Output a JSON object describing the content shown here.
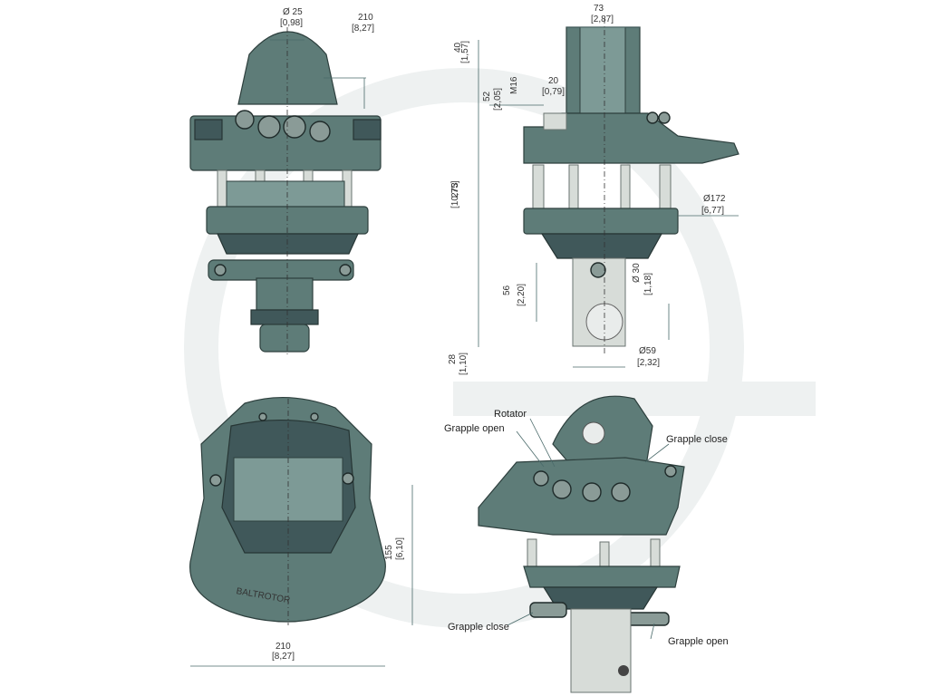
{
  "dimensions": {
    "front_shaft_dia": "Ø 25",
    "front_shaft_dia_in": "[0,98]",
    "front_width": "210",
    "front_width_in": "[8,27]",
    "side_top_width": "73",
    "side_top_width_in": "[2,87]",
    "side_top_height": "40",
    "side_top_height_in": "[1,57]",
    "port_offset": "52",
    "port_offset_in": "[2,05]",
    "thread": "M16",
    "port_depth": "20",
    "port_depth_in": "[0,79]",
    "total_height": "273",
    "total_height_in": "[10,75]",
    "flange_dia": "Ø172",
    "flange_dia_in": "[6,77]",
    "pin_offset": "56",
    "pin_offset_in": "[2,20]",
    "pin_dia": "Ø 30",
    "pin_dia_in": "[1,18]",
    "shaft_dia": "Ø59",
    "shaft_dia_in": "[2,32]",
    "shaft_end": "28",
    "shaft_end_in": "[1,10]",
    "bottom_height": "155",
    "bottom_height_in": "[6,10]",
    "bottom_width": "210",
    "bottom_width_in": "[8,27]"
  },
  "callouts": {
    "rotator": "Rotator",
    "grapple_open_top": "Grapple open",
    "grapple_close_top": "Grapple close",
    "grapple_close_bottom": "Grapple close",
    "grapple_open_bottom": "Grapple open"
  },
  "brand_emboss": "BALTROTOR",
  "colors": {
    "body": "#5e7c78",
    "body_dark": "#40585a",
    "steel": "#d7dcd8",
    "dimension_line": "#4a6a6a"
  }
}
